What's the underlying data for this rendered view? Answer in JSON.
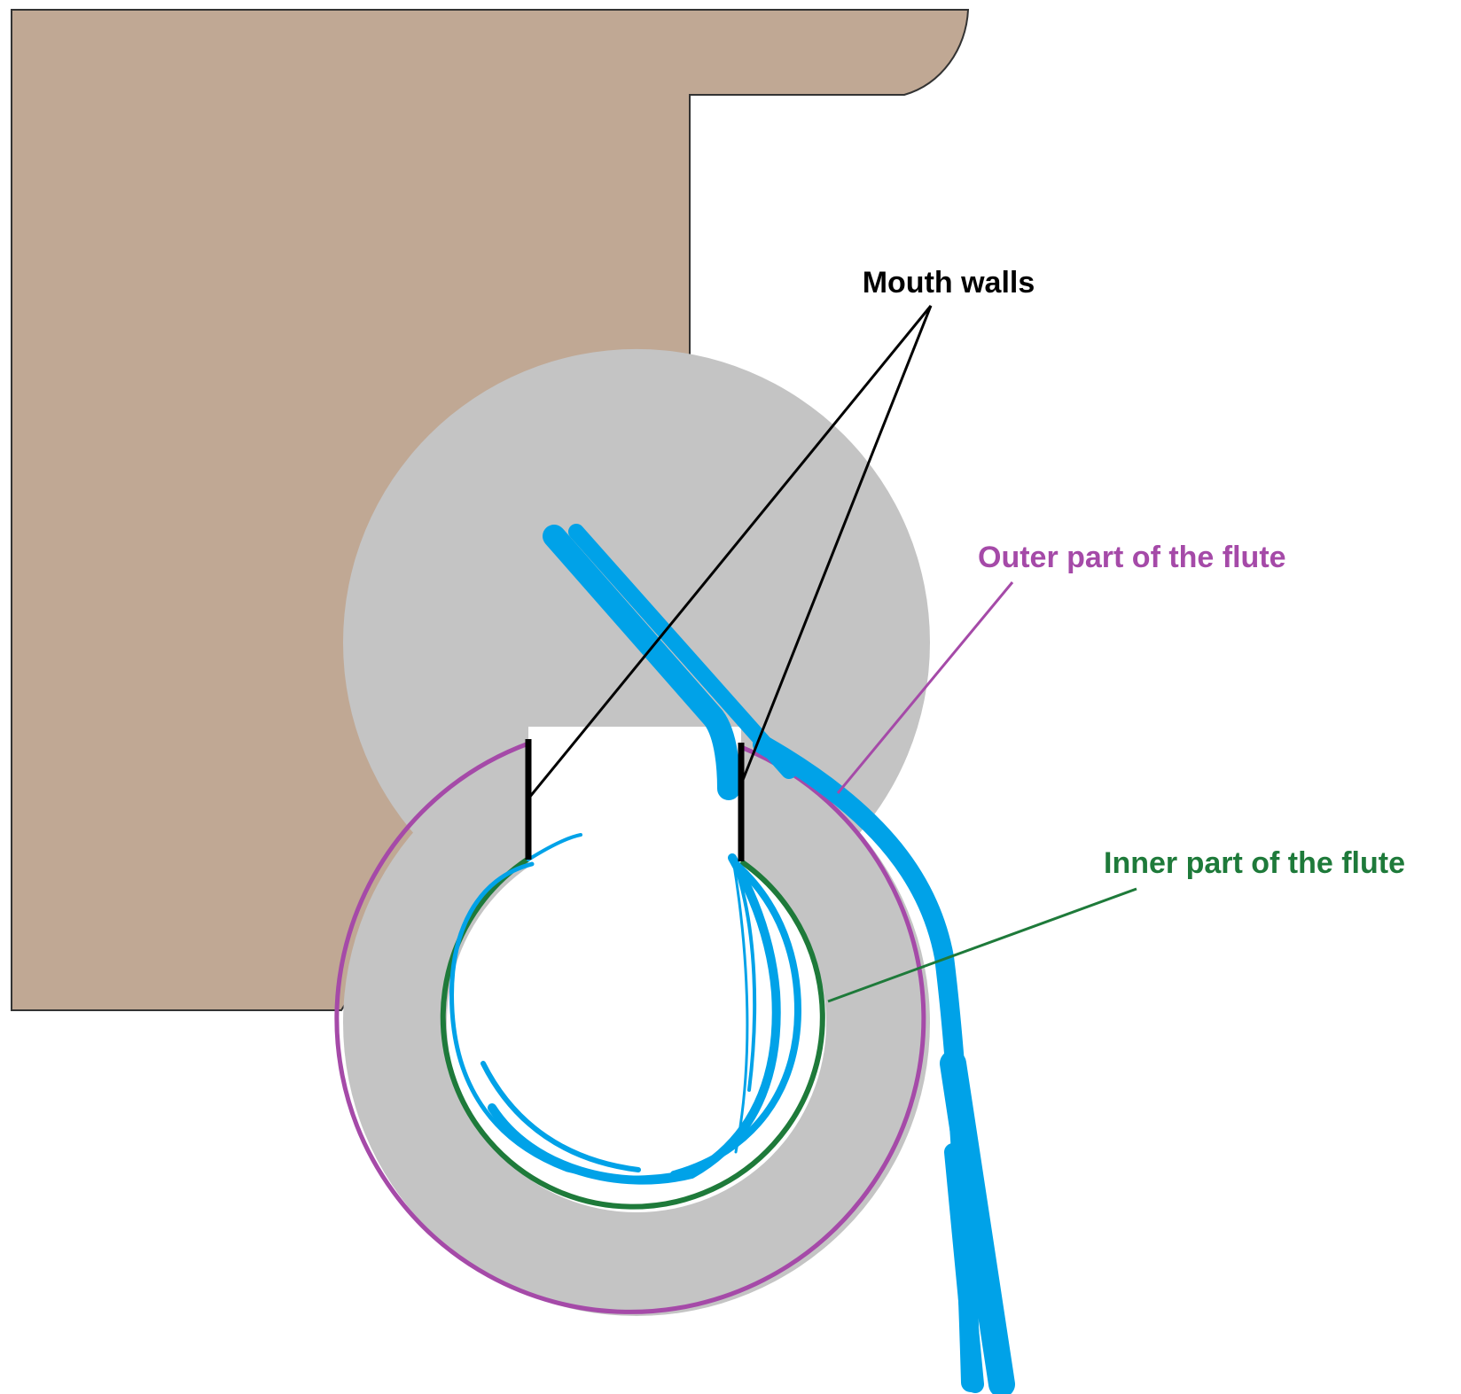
{
  "labels": {
    "mouth_walls": "Mouth walls",
    "outer_flute": "Outer part of the flute",
    "inner_flute": "Inner part of the flute"
  },
  "colors": {
    "face": "#c0a894",
    "flute_body": "#c4c4c4",
    "outer_ring": "#a54aa8",
    "inner_ring": "#1e7a3a",
    "air_jet": "#00a2e8",
    "walls": "#000000",
    "mouth_walls_text": "#000000",
    "outer_text": "#a54aa8",
    "inner_text": "#1e7a3a"
  }
}
